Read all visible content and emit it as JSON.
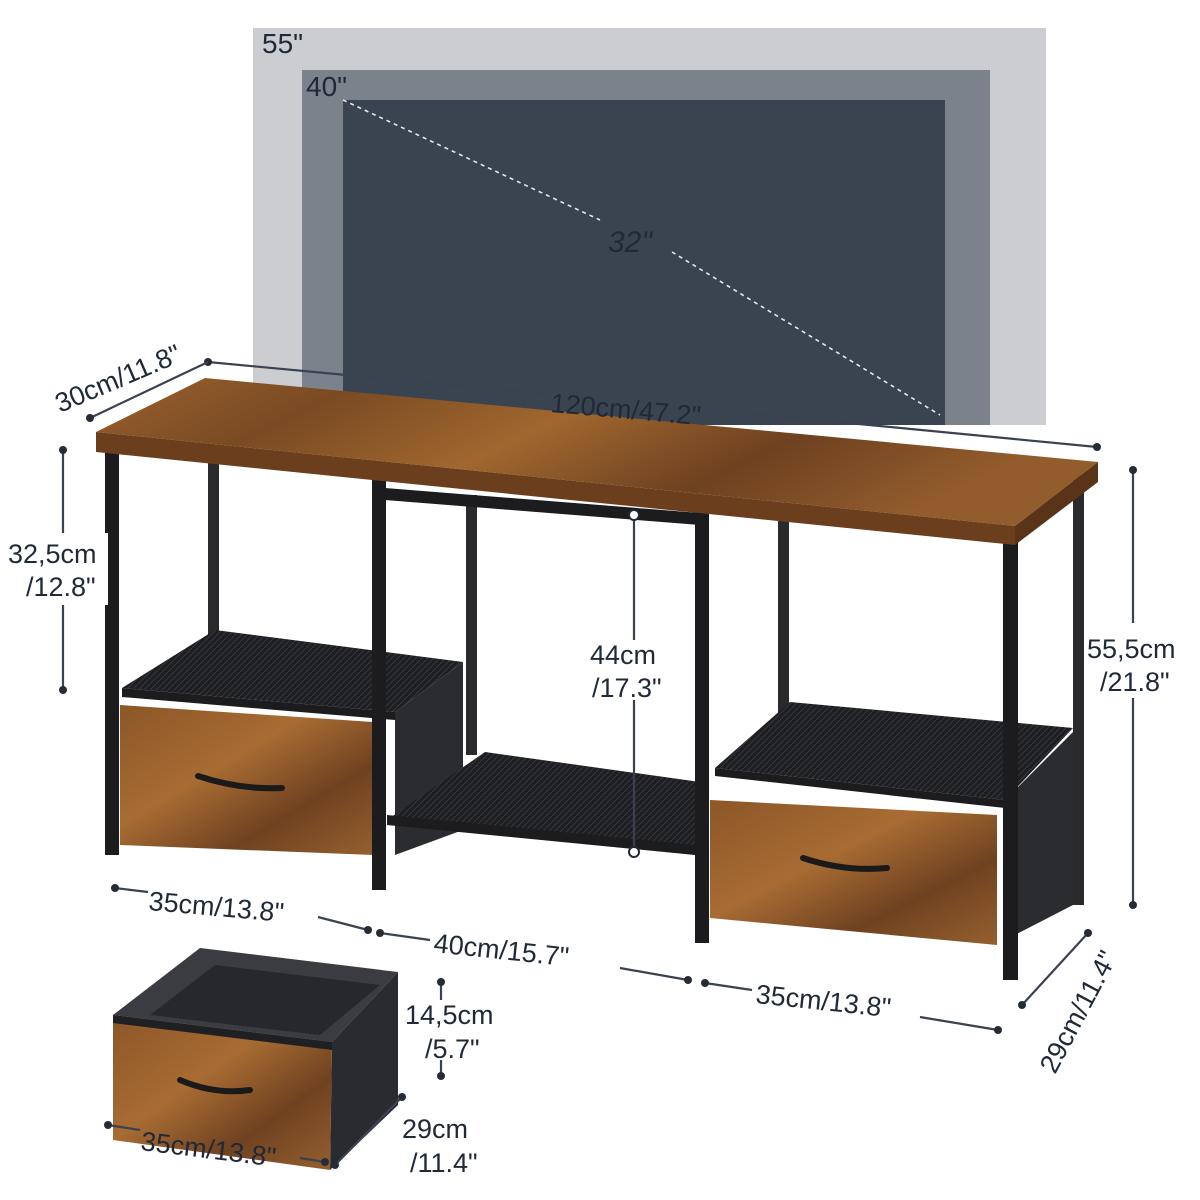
{
  "colors": {
    "tv_outer": "#cbcdd1",
    "tv_mid": "#7b828c",
    "tv_screen": "#3a4350",
    "wood": "#8a5528",
    "frame": "#1c1c1e",
    "text": "#1f2937"
  },
  "tv": {
    "size_55": "55\"",
    "size_40": "40\"",
    "size_32": "32\""
  },
  "dimensions": {
    "depth_top": "30cm/11.8\"",
    "width_total": "120cm/47.2\"",
    "top_clearance": [
      "32,5cm",
      "/12.8\""
    ],
    "middle_height": [
      "44cm",
      "/17.3\""
    ],
    "total_height": [
      "55,5cm",
      "/21.8\""
    ],
    "left_width": "35cm/13.8\"",
    "middle_width": "40cm/15.7\"",
    "right_width": "35cm/13.8\"",
    "base_depth": "29cm/11.4\""
  },
  "drawer": {
    "height": [
      "14,5cm",
      "/5.7\""
    ],
    "width": "35cm/13.8\"",
    "depth": [
      "29cm",
      "/11.4\""
    ]
  }
}
